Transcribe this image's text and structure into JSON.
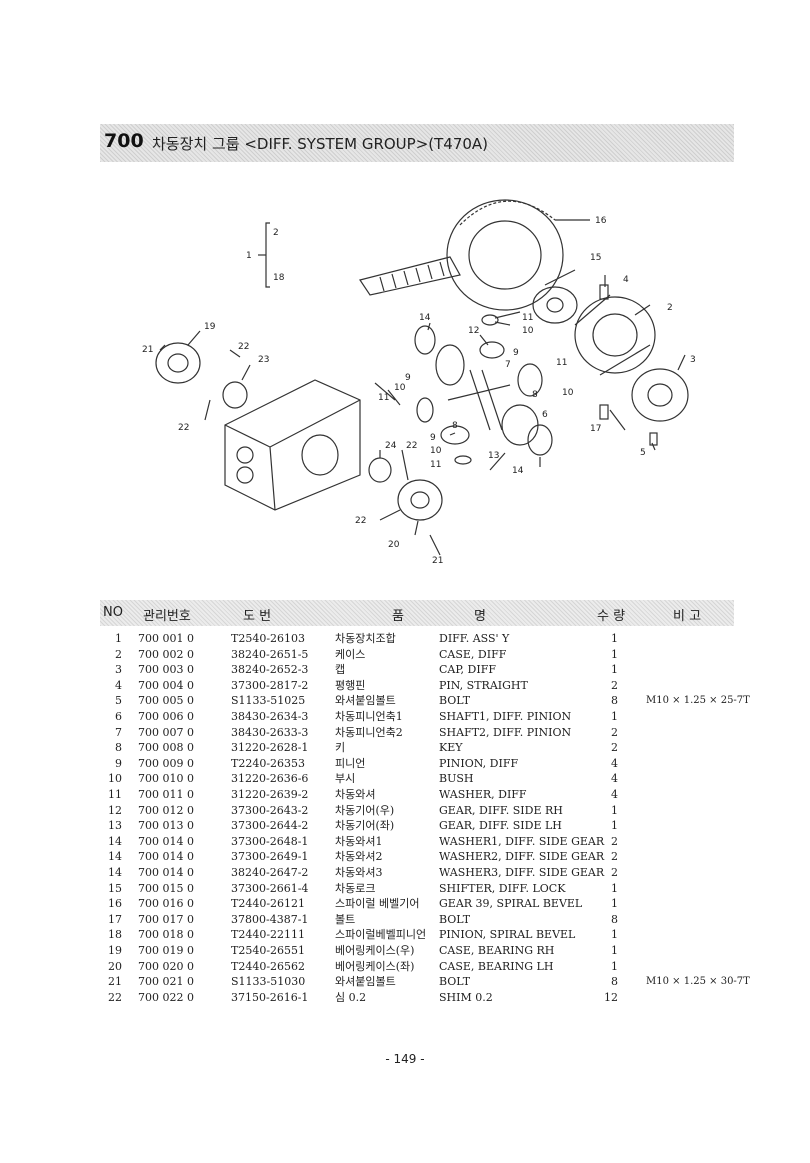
{
  "title": {
    "number": "700",
    "text": "차동장치 그룹 <DIFF. SYSTEM GROUP>(T470A)"
  },
  "table": {
    "headers": {
      "no": "NO",
      "mgmt": "관리번호",
      "drawing": "도    번",
      "name_kr": "품",
      "name_en": "명",
      "qty": "수 량",
      "remark": "비 고"
    },
    "rows": [
      {
        "no": "1",
        "mgmt": "700 001 0",
        "drawing": "T2540-26103",
        "kr": "차동장치조합",
        "en": "DIFF. ASS' Y",
        "qty": "1",
        "remark": ""
      },
      {
        "no": "2",
        "mgmt": "700 002 0",
        "drawing": "38240-2651-5",
        "kr": "케이스",
        "en": "CASE, DIFF",
        "qty": "1",
        "remark": ""
      },
      {
        "no": "3",
        "mgmt": "700 003 0",
        "drawing": "38240-2652-3",
        "kr": "캡",
        "en": "CAP, DIFF",
        "qty": "1",
        "remark": ""
      },
      {
        "no": "4",
        "mgmt": "700 004 0",
        "drawing": "37300-2817-2",
        "kr": "평행핀",
        "en": "PIN, STRAIGHT",
        "qty": "2",
        "remark": ""
      },
      {
        "no": "5",
        "mgmt": "700 005 0",
        "drawing": "S1133-51025",
        "kr": "와셔붙임볼트",
        "en": "BOLT",
        "qty": "8",
        "remark": "M10 × 1.25 × 25-7T"
      },
      {
        "no": "6",
        "mgmt": "700 006 0",
        "drawing": "38430-2634-3",
        "kr": "차동피니언축1",
        "en": "SHAFT1, DIFF. PINION",
        "qty": "1",
        "remark": ""
      },
      {
        "no": "7",
        "mgmt": "700 007 0",
        "drawing": "38430-2633-3",
        "kr": "차동피니언축2",
        "en": "SHAFT2, DIFF. PINION",
        "qty": "2",
        "remark": ""
      },
      {
        "no": "8",
        "mgmt": "700 008 0",
        "drawing": "31220-2628-1",
        "kr": "키",
        "en": "KEY",
        "qty": "2",
        "remark": ""
      },
      {
        "no": "9",
        "mgmt": "700 009 0",
        "drawing": "T2240-26353",
        "kr": "피니언",
        "en": "PINION, DIFF",
        "qty": "4",
        "remark": ""
      },
      {
        "no": "10",
        "mgmt": "700 010 0",
        "drawing": "31220-2636-6",
        "kr": "부시",
        "en": "BUSH",
        "qty": "4",
        "remark": ""
      },
      {
        "no": "11",
        "mgmt": "700 011 0",
        "drawing": "31220-2639-2",
        "kr": "차동와셔",
        "en": "WASHER, DIFF",
        "qty": "4",
        "remark": ""
      },
      {
        "no": "12",
        "mgmt": "700 012 0",
        "drawing": "37300-2643-2",
        "kr": "차동기어(우)",
        "en": "GEAR, DIFF. SIDE RH",
        "qty": "1",
        "remark": ""
      },
      {
        "no": "13",
        "mgmt": "700 013 0",
        "drawing": "37300-2644-2",
        "kr": "차동기어(좌)",
        "en": "GEAR, DIFF. SIDE LH",
        "qty": "1",
        "remark": ""
      },
      {
        "no": "14",
        "mgmt": "700 014 0",
        "drawing": "37300-2648-1",
        "kr": "차동와셔1",
        "en": "WASHER1, DIFF. SIDE GEAR",
        "qty": "2",
        "remark": ""
      },
      {
        "no": "14",
        "mgmt": "700 014 0",
        "drawing": "37300-2649-1",
        "kr": "차동와셔2",
        "en": "WASHER2, DIFF. SIDE GEAR",
        "qty": "2",
        "remark": ""
      },
      {
        "no": "14",
        "mgmt": "700 014 0",
        "drawing": "38240-2647-2",
        "kr": "차동와셔3",
        "en": "WASHER3, DIFF. SIDE GEAR",
        "qty": "2",
        "remark": ""
      },
      {
        "no": "15",
        "mgmt": "700 015 0",
        "drawing": "37300-2661-4",
        "kr": "차동로크",
        "en": "SHIFTER, DIFF. LOCK",
        "qty": "1",
        "remark": ""
      },
      {
        "no": "16",
        "mgmt": "700 016 0",
        "drawing": "T2440-26121",
        "kr": "스파이럴 베벨기어",
        "en": "GEAR 39, SPIRAL BEVEL",
        "qty": "1",
        "remark": ""
      },
      {
        "no": "17",
        "mgmt": "700 017 0",
        "drawing": "37800-4387-1",
        "kr": "볼트",
        "en": "BOLT",
        "qty": "8",
        "remark": ""
      },
      {
        "no": "18",
        "mgmt": "700 018 0",
        "drawing": "T2440-22111",
        "kr": "스파이럴베벨피니언",
        "en": "PINION, SPIRAL BEVEL",
        "qty": "1",
        "remark": ""
      },
      {
        "no": "19",
        "mgmt": "700 019 0",
        "drawing": "T2540-26551",
        "kr": "베어링케이스(우)",
        "en": "CASE, BEARING RH",
        "qty": "1",
        "remark": ""
      },
      {
        "no": "20",
        "mgmt": "700 020 0",
        "drawing": "T2440-26562",
        "kr": "베어링케이스(좌)",
        "en": "CASE, BEARING LH",
        "qty": "1",
        "remark": ""
      },
      {
        "no": "21",
        "mgmt": "700 021 0",
        "drawing": "S1133-51030",
        "kr": "와셔붙임볼트",
        "en": "BOLT",
        "qty": "8",
        "remark": "M10 × 1.25 × 30-7T"
      },
      {
        "no": "22",
        "mgmt": "700 022 0",
        "drawing": "37150-2616-1",
        "kr": "심 0.2",
        "en": "SHIM 0.2",
        "qty": "12",
        "remark": ""
      }
    ]
  },
  "diagram": {
    "labels": [
      "2",
      "1",
      "18",
      "16",
      "15",
      "4",
      "2",
      "3",
      "19",
      "21",
      "22",
      "23",
      "14",
      "12",
      "11",
      "10",
      "9",
      "7",
      "8",
      "6",
      "13",
      "10",
      "9",
      "11",
      "9",
      "10",
      "11",
      "14",
      "17",
      "5",
      "24",
      "22",
      "22",
      "20",
      "21"
    ]
  },
  "page_number": "- 149 -"
}
